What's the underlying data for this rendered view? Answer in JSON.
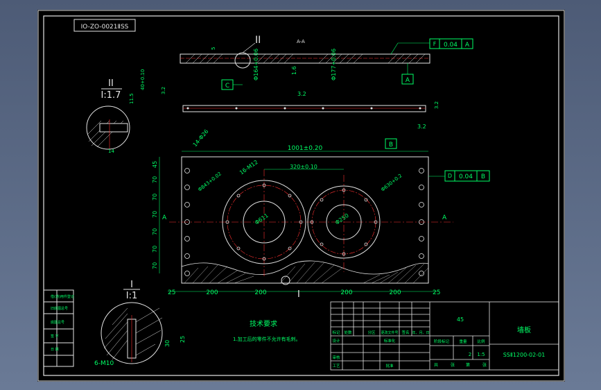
{
  "drawing": {
    "code_box": "IO-ZO-0021ⅡSS",
    "section_view_label": "A-A",
    "detail_II_label": "II",
    "detail_II_scale": "I:1.7",
    "detail_I_label": "I",
    "detail_I_scale": "I:1",
    "dim_total_width": "1001±0.20",
    "dim_center_dist": "320±0.10",
    "dim_hole_pattern": "14-Φ26",
    "dim_tap_holes": "16-M12",
    "dim_big_circle": "Φ843+0.02",
    "dim_small_circle": "Φ630+0.2",
    "dim_inner_left": "Φ611",
    "dim_inner_right": "Φ250",
    "dim_row_labels": [
      "45",
      "70",
      "70",
      "70",
      "70",
      "70",
      "70"
    ],
    "dim_bottom_labels": [
      "25",
      "200",
      "200",
      "200",
      "200",
      "25"
    ],
    "section_dims": [
      "Φ164+0.06",
      "Φ177+0.06",
      "1.6",
      "3.2",
      "5",
      "40+0.10",
      "11.5"
    ],
    "detail_dims": [
      "14",
      "6-M10",
      "30",
      "25"
    ],
    "surface_finish": [
      "3.2",
      "3.2",
      "3.2",
      "3.2",
      "3.2"
    ],
    "datum_A": "A",
    "datum_B": "B",
    "datum_C": "C",
    "tolerance_frame_1": {
      "symbol": "F",
      "value": "0.04",
      "datum": "A"
    },
    "tolerance_frame_2": {
      "symbol": "D",
      "value": "0.04",
      "datum": "B"
    },
    "tech_req_title": "技术要求",
    "tech_req_text": "1.加工后的零件不允许有毛刺。",
    "title_block": {
      "material": "45",
      "part_name": "墙板",
      "drawing_no": "SSⅡ1200-02-01",
      "scale": "1:5",
      "quantity": "2",
      "headers_row1": [
        "标记",
        "处数",
        "分区",
        "更改文件号",
        "签名",
        "年、月、日"
      ],
      "headers_row2": [
        "设计",
        "",
        "",
        "标准化",
        ""
      ],
      "headers_row3": [
        "审核",
        "",
        ""
      ],
      "headers_row4": [
        "工艺",
        "",
        "",
        "批准",
        ""
      ],
      "stage_label": "阶段标记",
      "weight_label": "重量",
      "scale_label": "比例",
      "sheet_labels": [
        "共",
        "张",
        "第",
        "张"
      ]
    },
    "left_block": [
      "借(通)用件登记",
      "旧底图总号",
      "底图总号",
      "签 字",
      "日 期"
    ]
  }
}
